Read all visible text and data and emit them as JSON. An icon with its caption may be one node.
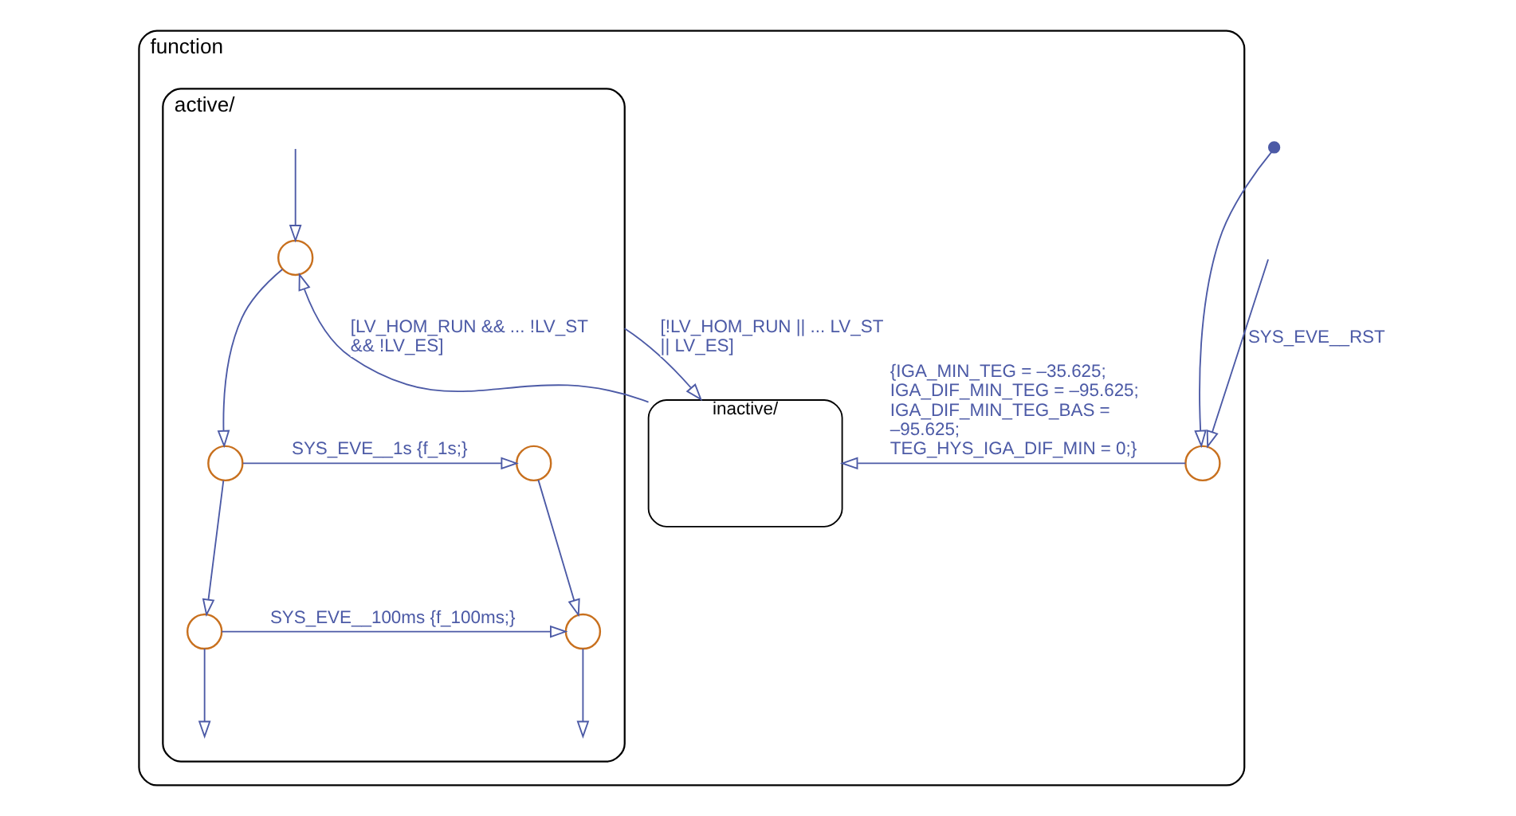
{
  "diagram": {
    "nodes": [
      {
        "text": [
          "function"
        ]
      },
      {
        "text": [],
        "shape": "dot"
      },
      {
        "text": [],
        "shape": "circle",
        "in": 0
      },
      {
        "text": [
          "inactive/"
        ],
        "in": 0
      },
      {
        "text": [
          "active/"
        ],
        "in": 0
      },
      {
        "text": [],
        "shape": "circle",
        "in": 4
      },
      {
        "text": [],
        "shape": "circle",
        "in": 4
      },
      {
        "text": [],
        "shape": "circle",
        "in": 4
      },
      {
        "text": [],
        "shape": "circle",
        "in": 4
      },
      {
        "text": [],
        "shape": "circle",
        "in": 4
      }
    ],
    "edges": [
      {
        "from": null,
        "to": 2,
        "arrow": "to",
        "label": "SYS_EVE__RST"
      },
      {
        "from": 1,
        "to": 2,
        "arrow": "to"
      },
      {
        "from": 2,
        "to": 3,
        "arrow": "to",
        "label": "{IGA_MIN_TEG = –35.625; IGA_DIF_MIN_TEG = –95.625; IGA_DIF_MIN_TEG_BAS = –95.625; TEG_HYS_IGA_DIF_MIN = 0;}"
      },
      {
        "from": 3,
        "to": 5,
        "arrow": "to",
        "label": "[LV_HOM_RUN && ... !LV_ST && !LV_ES]"
      },
      {
        "from": 4,
        "to": 3,
        "arrow": "to",
        "label": "[!LV_HOM_RUN || ... LV_ST || LV_ES]"
      },
      {
        "from": null,
        "to": 5,
        "arrow": "to"
      },
      {
        "from": 5,
        "to": 6,
        "arrow": "to"
      },
      {
        "from": 6,
        "to": 7,
        "arrow": "to",
        "label": "SYS_EVE__1s {f_1s;}"
      },
      {
        "from": 6,
        "to": 8,
        "arrow": "to"
      },
      {
        "from": 7,
        "to": 9,
        "arrow": "to"
      },
      {
        "from": 8,
        "to": 9,
        "arrow": "to",
        "label": "SYS_EVE__100ms {f_100ms;}"
      },
      {
        "from": 8,
        "to": null,
        "arrow": "to"
      },
      {
        "from": 9,
        "to": null,
        "arrow": "to"
      }
    ]
  }
}
